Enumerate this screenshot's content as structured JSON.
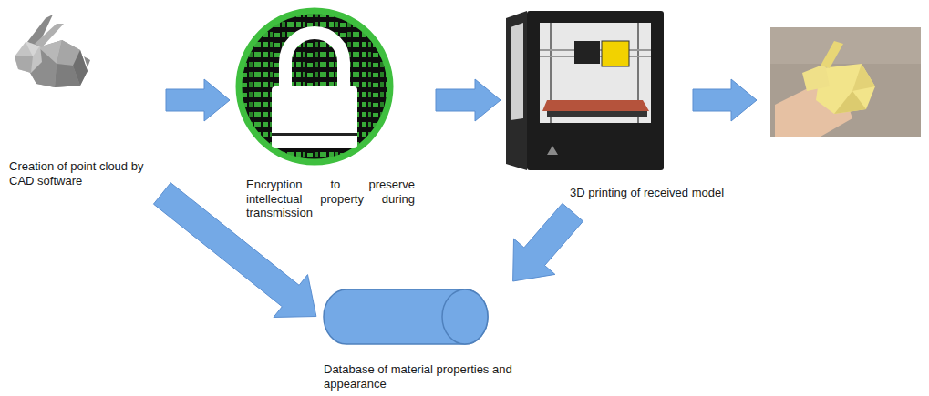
{
  "diagram": {
    "nodes": [
      {
        "text": [
          "Creation of point cloud by CAD software"
        ]
      },
      {
        "text": [
          "Encryption to preserve intellectual property during transmission"
        ]
      },
      {
        "text": [
          "3D printing of received model"
        ]
      },
      {
        "text": [
          "Database of material properties and appearance"
        ]
      }
    ],
    "edges": [
      {
        "from": 0,
        "to": 1,
        "arrow": "to"
      },
      {
        "from": 1,
        "to": 2,
        "arrow": "to"
      },
      {
        "from": 0,
        "to": 3,
        "arrow": "to"
      },
      {
        "from": 2,
        "to": 3,
        "arrow": "to"
      }
    ]
  }
}
